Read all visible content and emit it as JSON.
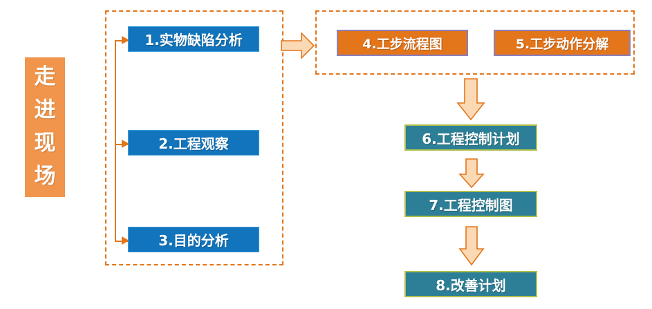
{
  "diagram": {
    "entry_label": {
      "name": "走进现场",
      "chars": [
        "走",
        "进",
        "现",
        "场"
      ],
      "color": "#F0954B",
      "text_color": "#FFFFFF"
    },
    "groups": [
      {
        "id": "group-left",
        "border_color": "#E2761B",
        "border_style": "dashed"
      },
      {
        "id": "group-right",
        "border_color": "#E2761B",
        "border_style": "dashed"
      }
    ],
    "boxes": [
      {
        "id": "box1",
        "label": "1.实物缺陷分析",
        "fill": "#1174BC",
        "border": "#3C9ED9",
        "text_color": "#FFFFFF",
        "group": "group-left"
      },
      {
        "id": "box2",
        "label": "2.工程观察",
        "fill": "#1174BC",
        "border": "#3C9ED9",
        "text_color": "#FFFFFF",
        "group": "group-left"
      },
      {
        "id": "box3",
        "label": "3.目的分析",
        "fill": "#1174BC",
        "border": "#3C9ED9",
        "text_color": "#FFFFFF",
        "group": "group-left"
      },
      {
        "id": "box4",
        "label": "4.工步流程图",
        "fill": "#E3751B",
        "border": "#8B7FBF",
        "text_color": "#FFFFFF",
        "group": "group-right"
      },
      {
        "id": "box5",
        "label": "5.工步动作分解",
        "fill": "#E3751B",
        "border": "#8B7FBF",
        "text_color": "#FFFFFF",
        "group": "group-right"
      },
      {
        "id": "box6",
        "label": "6.工程控制计划",
        "fill": "#2C7F96",
        "border": "#AFBF4B",
        "text_color": "#FFFFFF",
        "group": null
      },
      {
        "id": "box7",
        "label": "7.工程控制图",
        "fill": "#2C7F96",
        "border": "#AFBF4B",
        "text_color": "#FFFFFF",
        "group": null
      },
      {
        "id": "box8",
        "label": "8.改善计划",
        "fill": "#2C7F96",
        "border": "#AFBF4B",
        "text_color": "#FFFFFF",
        "group": null
      }
    ],
    "arrows": [
      {
        "id": "arrow-right-main",
        "icon": "arrow-right-icon",
        "from": "group-left",
        "to": "group-right",
        "fill": "#FBD9B4",
        "stroke": "#E2761B"
      },
      {
        "id": "arrow-down-1",
        "icon": "arrow-down-icon",
        "from": "group-right",
        "to": "box6",
        "fill": "#FBD9B4",
        "stroke": "#E2761B"
      },
      {
        "id": "arrow-down-2",
        "icon": "arrow-down-icon",
        "from": "box6",
        "to": "box7",
        "fill": "#FBD9B4",
        "stroke": "#E2761B"
      },
      {
        "id": "arrow-down-3",
        "icon": "arrow-down-icon",
        "from": "box7",
        "to": "box8",
        "fill": "#FBD9B4",
        "stroke": "#E2761B"
      }
    ],
    "connectors": [
      {
        "id": "rail-branch-1",
        "icon": "arrow-right-icon",
        "to": "box1",
        "color": "#E2761B"
      },
      {
        "id": "rail-branch-2",
        "icon": "arrow-right-icon",
        "to": "box2",
        "color": "#E2761B"
      },
      {
        "id": "rail-branch-3",
        "icon": "arrow-right-icon",
        "to": "box3",
        "color": "#E2761B"
      }
    ]
  }
}
